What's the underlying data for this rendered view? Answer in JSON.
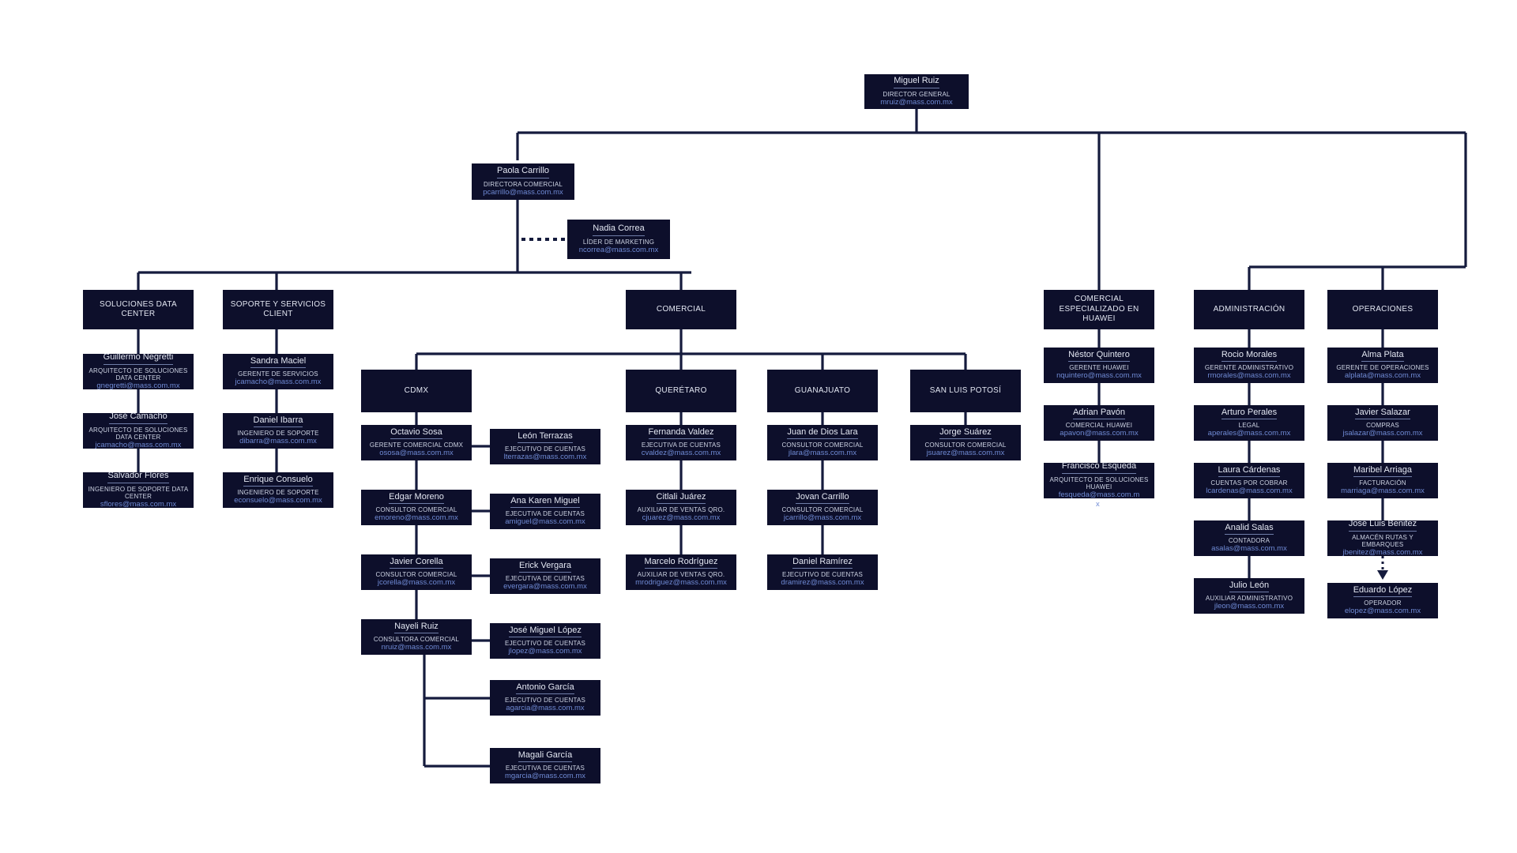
{
  "theme": {
    "background": "#ffffff",
    "node_fill": "#0d0f2b",
    "name_color": "#e3e7f2",
    "title_color": "#ced4e4",
    "email_color": "#6f8ad4",
    "rule_color": "#6f7da8",
    "connector_color": "#151b3d"
  },
  "root": {
    "name": "Miguel Ruiz",
    "title": "DIRECTOR GENERAL",
    "email": "mruiz@mass.com.mx"
  },
  "directors": [
    {
      "name": "Paola Carrillo",
      "title": "DIRECTORA COMERCIAL",
      "email": "pcarrillo@mass.com.mx"
    },
    {
      "name": "Nadia Correa",
      "title": "LÍDER DE MARKETING",
      "email": "ncorrea@mass.com.mx",
      "link": "dotted"
    }
  ],
  "units": {
    "soluciones_data_center": "SOLUCIONES DATA CENTER",
    "soporte_servicios_client": "SOPORTE Y SERVICIOS CLIENT",
    "comercial": "COMERCIAL",
    "cdmx": "CDMX",
    "queretaro": "QUERÉTARO",
    "guanajuato": "GUANAJUATO",
    "san_luis_potosi": "SAN LUIS POTOSÍ",
    "comercial_huawei": "COMERCIAL ESPECIALIZADO EN HUAWEI",
    "administracion": "ADMINISTRACIÓN",
    "operaciones": "OPERACIONES"
  },
  "people": {
    "soluciones_data_center": [
      {
        "name": "Guillermo Negretti",
        "title": "ARQUITECTO DE SOLUCIONES DATA CENTER",
        "email": "gnegretti@mass.com.mx"
      },
      {
        "name": "José Camacho",
        "title": "ARQUITECTO DE SOLUCIONES DATA CENTER",
        "email": "jcamacho@mass.com.mx"
      },
      {
        "name": "Salvador Flores",
        "title": "INGENIERO DE SOPORTE DATA CENTER",
        "email": "sflores@mass.com.mx"
      }
    ],
    "soporte_servicios_client": [
      {
        "name": "Sandra Maciel",
        "title": "GERENTE DE SERVICIOS",
        "email": "jcamacho@mass.com.mx"
      },
      {
        "name": "Daniel Ibarra",
        "title": "INGENIERO DE SOPORTE",
        "email": "dibarra@mass.com.mx"
      },
      {
        "name": "Enrique Consuelo",
        "title": "INGENIERO DE SOPORTE",
        "email": "econsuelo@mass.com.mx"
      }
    ],
    "cdmx_main": [
      {
        "name": "Octavio Sosa",
        "title": "GERENTE COMERCIAL CDMX",
        "email": "ososa@mass.com.mx"
      },
      {
        "name": "Edgar Moreno",
        "title": "CONSULTOR COMERCIAL",
        "email": "emoreno@mass.com.mx"
      },
      {
        "name": "Javier Corella",
        "title": "CONSULTOR COMERCIAL",
        "email": "jcorella@mass.com.mx"
      },
      {
        "name": "Nayeli Ruiz",
        "title": "CONSULTORA COMERCIAL",
        "email": "nruiz@mass.com.mx"
      }
    ],
    "cdmx_accounts": [
      {
        "name": "León Terrazas",
        "title": "EJECUTIVO DE CUENTAS",
        "email": "lterrazas@mass.com.mx"
      },
      {
        "name": "Ana Karen Miguel",
        "title": "EJECUTIVA DE CUENTAS",
        "email": "amiguel@mass.com.mx"
      },
      {
        "name": "Erick Vergara",
        "title": "EJECUTIVA DE CUENTAS",
        "email": "evergara@mass.com.mx"
      },
      {
        "name": "José Miguel López",
        "title": "EJECUTIVO DE CUENTAS",
        "email": "jlopez@mass.com.mx"
      },
      {
        "name": "Antonio García",
        "title": "EJECUTIVO DE CUENTAS",
        "email": "agarcia@mass.com.mx"
      },
      {
        "name": "Magali García",
        "title": "EJECUTIVA DE CUENTAS",
        "email": "mgarcia@mass.com.mx"
      }
    ],
    "queretaro": [
      {
        "name": "Fernanda Valdez",
        "title": "EJECUTIVA DE CUENTAS",
        "email": "cvaldez@mass.com.mx"
      },
      {
        "name": "Citlali Juárez",
        "title": "AUXILIAR DE VENTAS QRO.",
        "email": "cjuarez@mass.com.mx"
      },
      {
        "name": "Marcelo Rodríguez",
        "title": "AUXILIAR DE VENTAS QRO.",
        "email": "mrodriguez@mass.com.mx"
      }
    ],
    "guanajuato": [
      {
        "name": "Juan de Dios Lara",
        "title": "CONSULTOR COMERCIAL",
        "email": "jlara@mass.com.mx"
      },
      {
        "name": "Jovan Carrillo",
        "title": "CONSULTOR COMERCIAL",
        "email": "jcarrillo@mass.com.mx"
      },
      {
        "name": "Daniel Ramírez",
        "title": "EJECUTIVO DE CUENTAS",
        "email": "dramirez@mass.com.mx"
      }
    ],
    "san_luis_potosi": [
      {
        "name": "Jorge Suárez",
        "title": "CONSULTOR COMERCIAL",
        "email": "jsuarez@mass.com.mx"
      }
    ],
    "comercial_huawei": [
      {
        "name": "Néstor Quintero",
        "title": "GERENTE HUAWEI",
        "email": "nquintero@mass.com.mx"
      },
      {
        "name": "Adrian Pavón",
        "title": "COMERCIAL HUAWEI",
        "email": "apavon@mass.com.mx"
      },
      {
        "name": "Francisco Esqueda",
        "title": "ARQUITECTO DE SOLUCIONES HUAWEI",
        "email": "fesqueda@mass.com.m",
        "email_overflow": "x"
      }
    ],
    "administracion": [
      {
        "name": "Rocio Morales",
        "title": "GERENTE ADMINISTRATIVO",
        "email": "rmorales@mass.com.mx"
      },
      {
        "name": "Arturo Perales",
        "title": "LEGAL",
        "email": "aperales@mass.com.mx"
      },
      {
        "name": "Laura Cárdenas",
        "title": "CUENTAS POR COBRAR",
        "email": "lcardenas@mass.com.mx"
      },
      {
        "name": "Analid Salas",
        "title": "CONTADORA",
        "email": "asalas@mass.com.mx"
      },
      {
        "name": "Julio León",
        "title": "AUXILIAR ADMINISTRATIVO",
        "email": "jleon@mass.com.mx"
      }
    ],
    "operaciones": [
      {
        "name": "Alma Plata",
        "title": "GERENTE DE OPERACIONES",
        "email": "alplata@mass.com.mx"
      },
      {
        "name": "Javier Salazar",
        "title": "COMPRAS",
        "email": "jsalazar@mass.com.mx"
      },
      {
        "name": "Maribel Arriaga",
        "title": "FACTURACIÓN",
        "email": "marriaga@mass.com.mx"
      },
      {
        "name": "José Luis Benitez",
        "title": "ALMACÉN RUTAS Y EMBARQUES",
        "email": "jbenitez@mass.com.mx"
      },
      {
        "name": "Eduardo López",
        "title": "OPERADOR",
        "email": "elopez@mass.com.mx"
      }
    ]
  }
}
